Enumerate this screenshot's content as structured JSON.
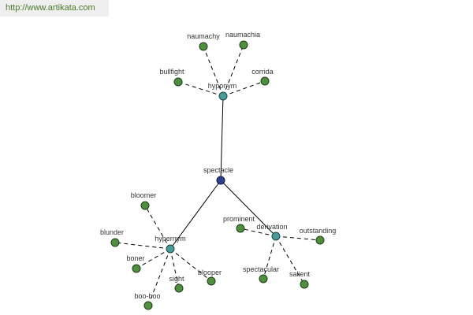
{
  "watermark": {
    "url": "http://www.artikata.com"
  },
  "graph": {
    "root": "spectacle",
    "relations": [
      {
        "label": "hyponym",
        "words": [
          "naumachy",
          "naumachia",
          "bullfight",
          "corrida"
        ]
      },
      {
        "label": "hypernym",
        "words": [
          "bloomer",
          "blunder",
          "boner",
          "boo-boo",
          "sight",
          "blooper"
        ]
      },
      {
        "label": "derivation",
        "words": [
          "prominent",
          "outstanding",
          "spectacular",
          "salient"
        ]
      }
    ],
    "colors": {
      "root_node": "#2e3f8a",
      "relation_node": "#4a9a9a",
      "leaf_node": "#4f8f3f",
      "watermark_text": "#4a7a2a"
    }
  }
}
